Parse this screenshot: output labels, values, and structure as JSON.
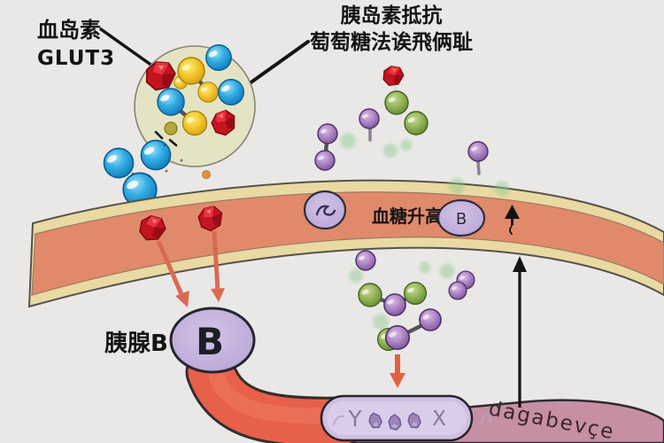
{
  "diagram": {
    "annotation_glut3": {
      "line1": "血岛素",
      "line2": "GLUT3"
    },
    "annotation_resistance": {
      "line1": "胰岛素抵抗",
      "line2": "萄萄糖法诶飛俩耻"
    },
    "vessel": {
      "rise_text": "血糖升高",
      "cell_label": "B"
    },
    "pancreas": {
      "label": "胰腺B",
      "cell_label": "B"
    },
    "receptor_box": {
      "left_symbol": "Y",
      "right_symbol": "X"
    },
    "membrane_text": "dagabevçe",
    "colors": {
      "background": "#e9e8e6",
      "vessel_wall_cream": "#e9d9a2",
      "vessel_lumen_salmon": "#e08a6b",
      "glucose_blue": "#2aa4dd",
      "glucose_yellow": "#f0c026",
      "molecule_green": "#8cb052",
      "molecule_purple": "#a87fc0",
      "crystal_red": "#c41420",
      "beta_cell_purple": "#c3b0da",
      "pancreas_duct_coral": "#e7604a",
      "membrane_mauve": "#c78fa3",
      "arrow_coral": "#d96a55",
      "arrow_black": "#141414",
      "magnifier_fill": "#e4e3c4"
    }
  }
}
